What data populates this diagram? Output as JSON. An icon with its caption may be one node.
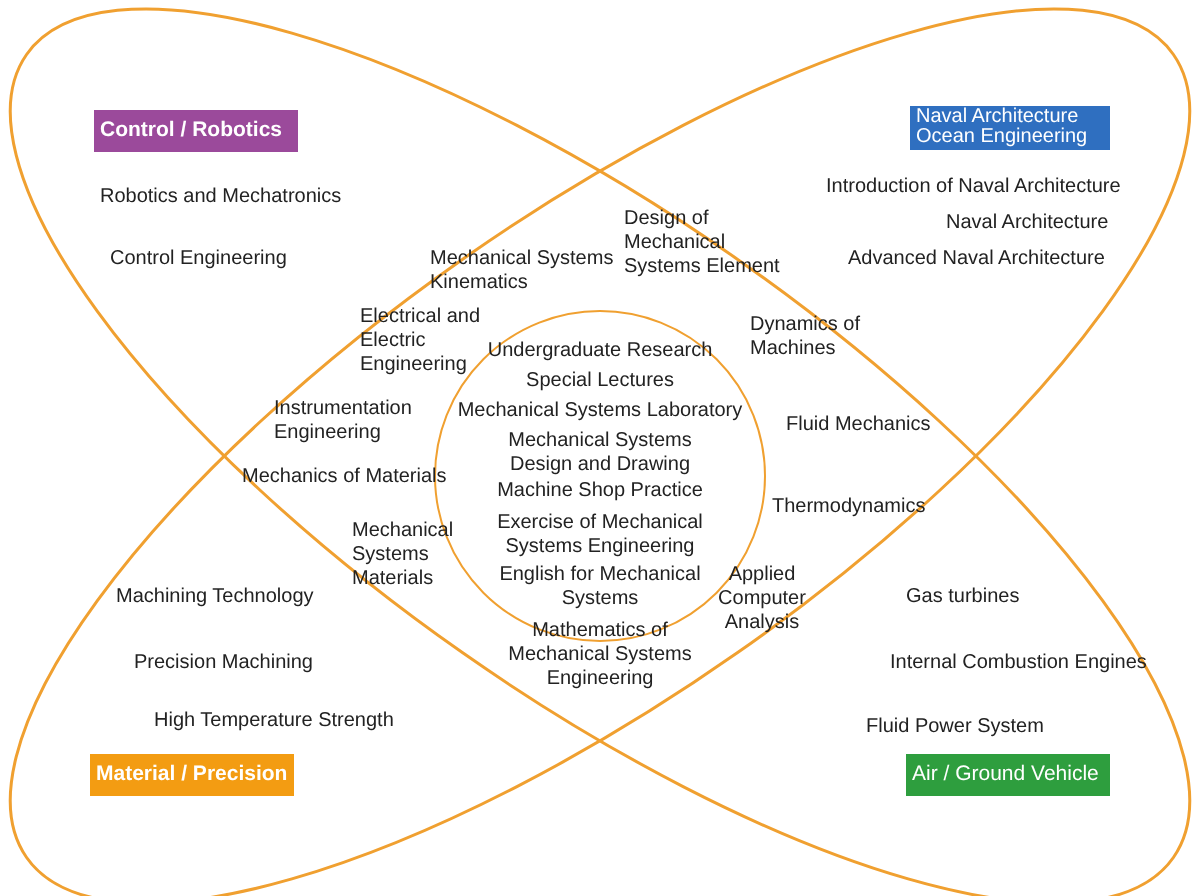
{
  "diagram": {
    "nodes": [
      {
        "text": [
          "Control / Robotics"
        ]
      },
      {
        "text": [
          "Naval Architecture Ocean Engineering"
        ]
      },
      {
        "text": [
          "Undergraduate Research",
          "Special Lectures",
          "Mechanical Systems Laboratory",
          "Mechanical Systems Design and Drawing",
          "Machine Shop Practice",
          "Exercise of Mechanical Systems Engineering",
          "English for Mechanical Systems"
        ]
      },
      {
        "text": [
          "Material / Precision"
        ]
      },
      {
        "text": [
          "Air / Ground Vehicle"
        ]
      }
    ],
    "edges": [],
    "labels": [
      "Robotics and Mechatronics",
      "Introduction of Naval Architecture",
      "Naval Architecture",
      "Control Engineering",
      "Mechanical Systems Kinematics",
      "Design of Mechanical Systems Element",
      "Advanced Naval Architecture",
      "Electrical and Electric Engineering",
      "Dynamics of Machines",
      "Instrumentation Engineering",
      "Fluid Mechanics",
      "Mechanics of Materials",
      "Thermodynamics",
      "Mechanical Systems Materials",
      "Applied Computer Analysis",
      "Machining Technology",
      "Gas turbines",
      "Mathematics of Mechanical Systems Engineering",
      "Precision Machining",
      "Internal Combustion Engines",
      "High Temperature Strength",
      "Fluid Power System"
    ]
  }
}
